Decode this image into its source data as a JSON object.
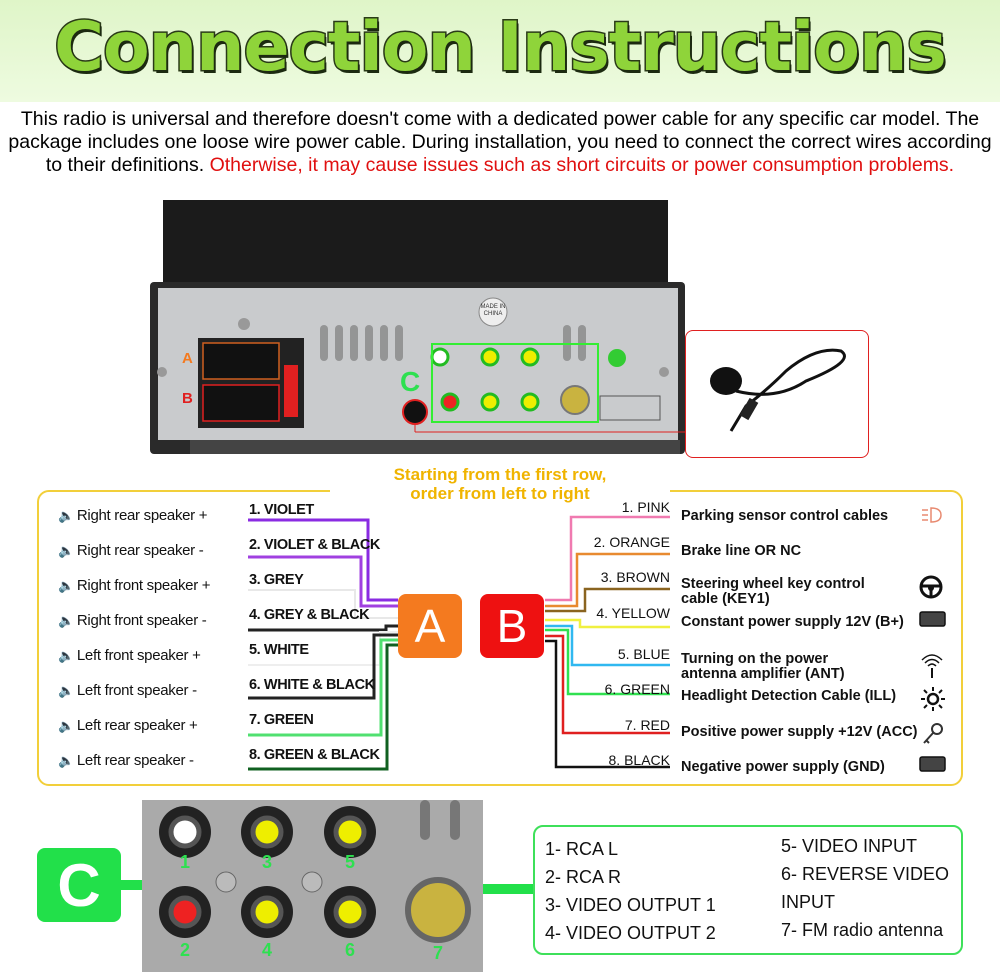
{
  "title": "Connection Instructions",
  "intro": {
    "text": "This radio is universal and therefore doesn't come with a dedicated power cable for any specific car model. The package includes one loose wire power cable. During installation, you need to connect the correct wires according to their definitions. ",
    "warning": "Otherwise, it may cause issues such as short circuits or power consumption problems."
  },
  "radio": {
    "port_a": "A",
    "port_b": "B",
    "port_c": "C",
    "badge": "MADE IN CHINA"
  },
  "hint": {
    "line1": "Starting from the first row,",
    "line2": "order from left to right"
  },
  "connector_a": {
    "label": "A",
    "color": "#f47a1f",
    "pins": [
      {
        "function": "Right rear speaker +",
        "wire": "1. VIOLET",
        "color": "#8a2be2"
      },
      {
        "function": "Right rear speaker -",
        "wire": "2. VIOLET & BLACK",
        "color": "#a040e0"
      },
      {
        "function": "Right front speaker +",
        "wire": "3. GREY",
        "color": "#e8e8e8"
      },
      {
        "function": "Right front speaker -",
        "wire": "4. GREY & BLACK",
        "color": "#222222"
      },
      {
        "function": "Left front speaker +",
        "wire": "5. WHITE",
        "color": "#eeeeee"
      },
      {
        "function": "Left front speaker -",
        "wire": "6. WHITE & BLACK",
        "color": "#222222"
      },
      {
        "function": "Left rear speaker +",
        "wire": "7. GREEN",
        "color": "#50e070"
      },
      {
        "function": "Left rear speaker -",
        "wire": "8. GREEN & BLACK",
        "color": "#106020"
      }
    ]
  },
  "connector_b": {
    "label": "B",
    "color": "#ee1111",
    "pins": [
      {
        "wire": "1. PINK",
        "function": "Parking sensor control cables",
        "color": "#f07ab0",
        "icon": "parking-light-icon"
      },
      {
        "wire": "2. ORANGE",
        "function": "Brake line OR NC",
        "color": "#e88a30",
        "icon": ""
      },
      {
        "wire": "3. BROWN",
        "function": "Steering wheel key control cable (KEY1)",
        "color": "#8a6420",
        "icon": "steering-wheel-icon"
      },
      {
        "wire": "4. YELLOW",
        "function": "Constant power supply 12V (B+)",
        "color": "#f0f040",
        "icon": "battery-icon"
      },
      {
        "wire": "5. BLUE",
        "function": "Turning on the power antenna amplifier (ANT)",
        "color": "#30b8f0",
        "icon": "antenna-icon"
      },
      {
        "wire": "6. GREEN",
        "function": "Headlight Detection Cable (ILL)",
        "color": "#30e050",
        "icon": "sun-icon"
      },
      {
        "wire": "7. RED",
        "function": "Positive power supply +12V (ACC)",
        "color": "#e02020",
        "icon": "key-icon"
      },
      {
        "wire": "8. BLACK",
        "function": "Negative power supply (GND)",
        "color": "#111111",
        "icon": "battery-icon"
      }
    ]
  },
  "connector_c": {
    "label": "C",
    "color": "#22e04a",
    "jacks": [
      "1",
      "2",
      "3",
      "4",
      "5",
      "6",
      "7"
    ],
    "legend_left": [
      "1- RCA L",
      "2- RCA R",
      "3- VIDEO OUTPUT 1",
      "4- VIDEO OUTPUT 2"
    ],
    "legend_right": [
      "5- VIDEO INPUT",
      "6- REVERSE VIDEO",
      "INPUT",
      "7- FM radio antenna"
    ]
  }
}
